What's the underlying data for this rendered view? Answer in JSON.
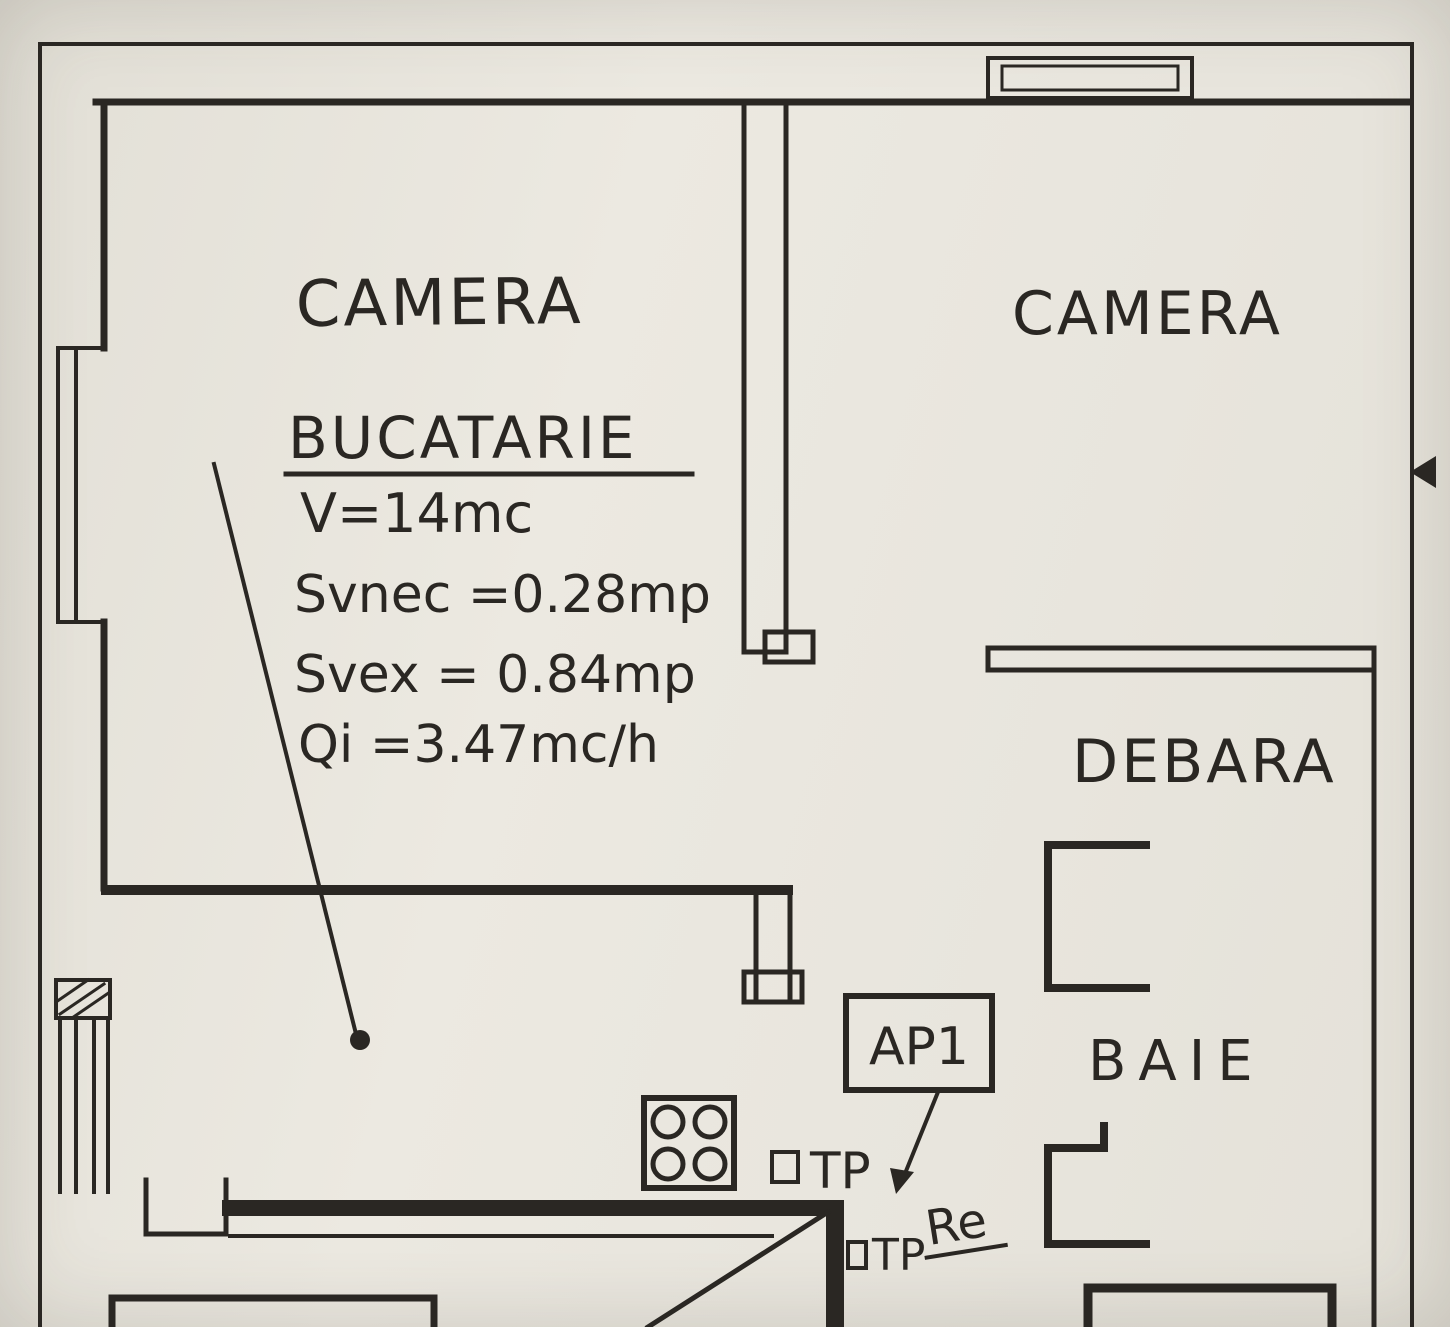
{
  "colors": {
    "paper": "#e9e6de",
    "ink": "#2a2723"
  },
  "rooms": {
    "camera_left": "CAMERA",
    "camera_right": "CAMERA",
    "bucatarie": "BUCATARIE",
    "debara": "DEBARA",
    "baie": "BAIE"
  },
  "annotations": {
    "volume": "V=14mc",
    "svnec": "Svnec =0.28mp",
    "svex": "Svex = 0.84mp",
    "qi": "Qi =3.47mc/h"
  },
  "labels": {
    "apartment": "AP1",
    "tp_upper": "TP",
    "re": "Re",
    "tp_lower": "TP"
  }
}
